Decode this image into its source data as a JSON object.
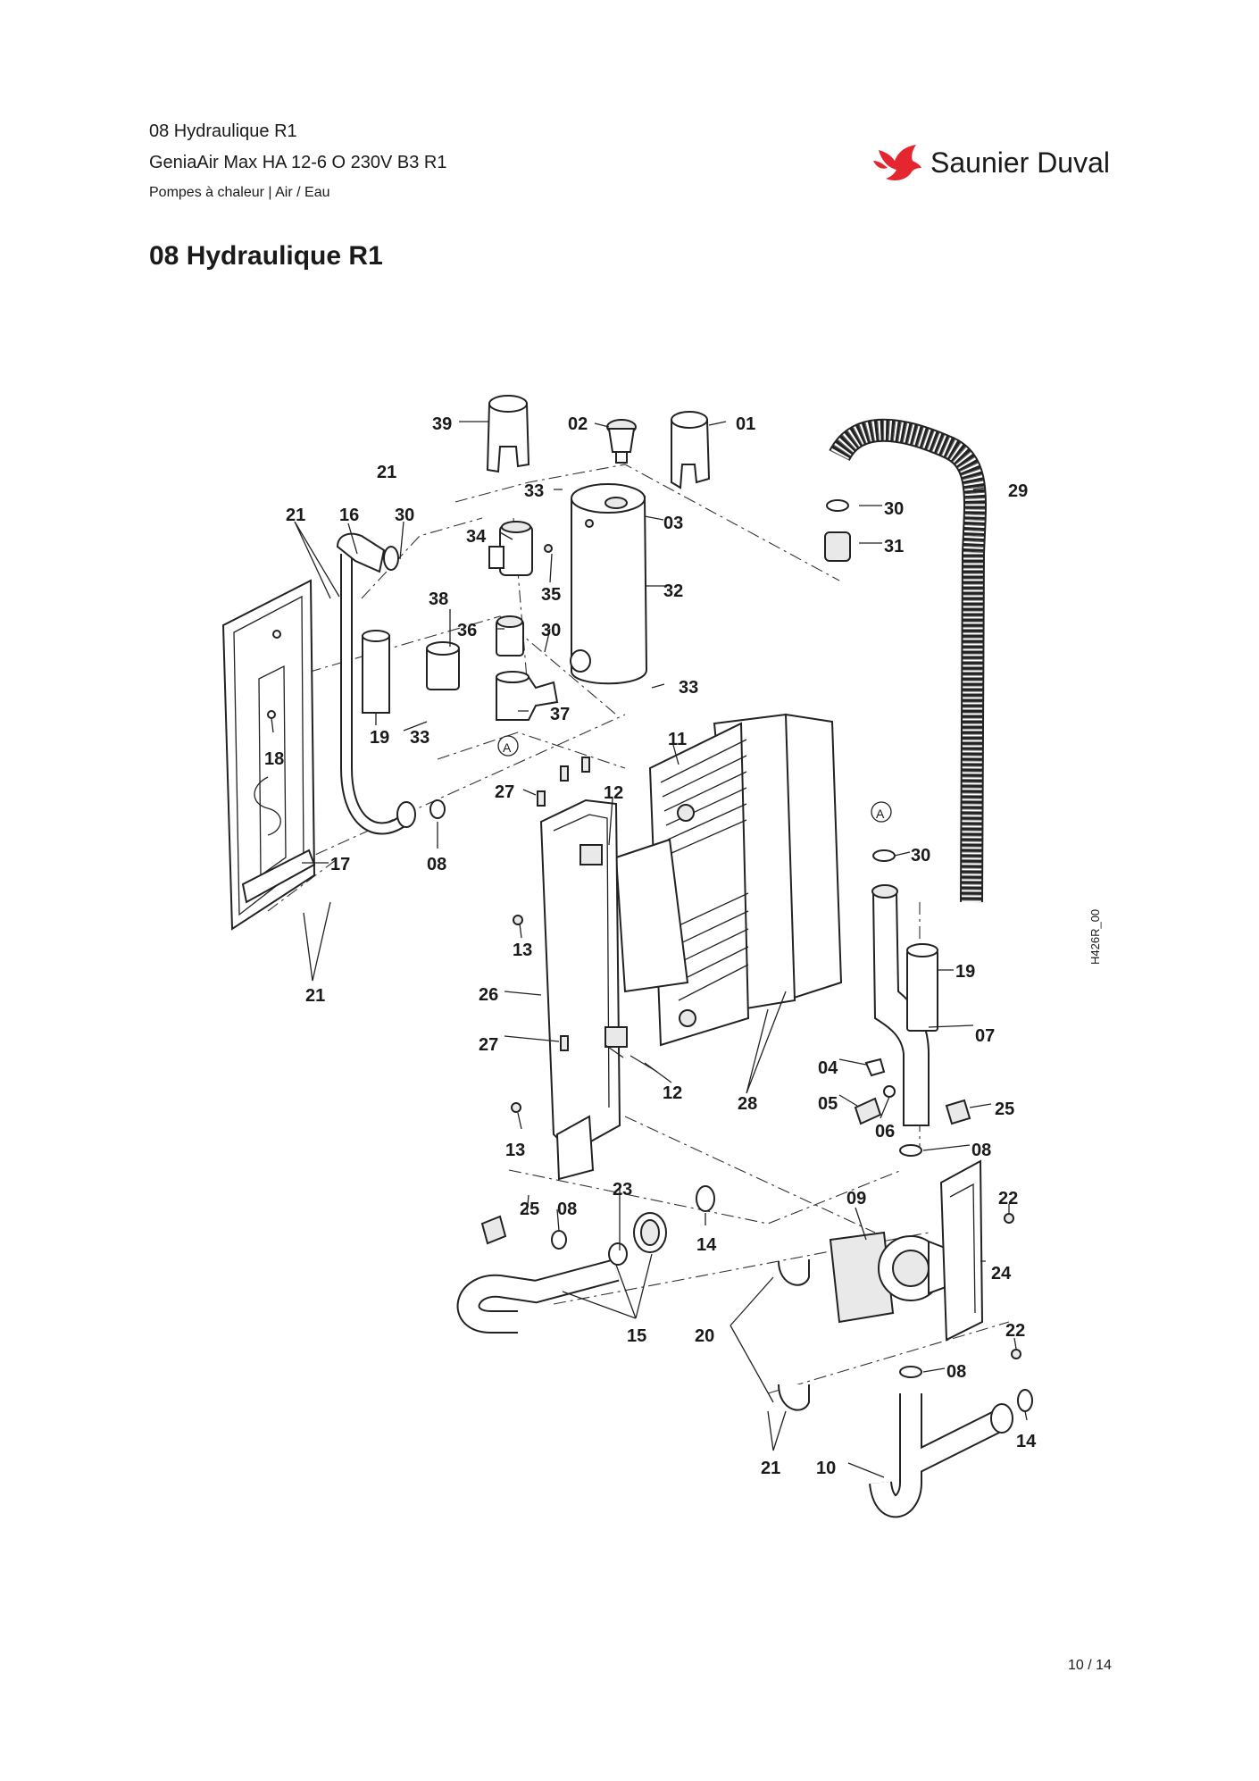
{
  "header": {
    "line1": "08 Hydraulique R1",
    "line2": "GeniaAir Max HA 12-6 O 230V B3  R1",
    "line3": "Pompes à chaleur | Air / Eau"
  },
  "brand": {
    "name": "Saunier Duval",
    "color": "#e3262f",
    "icon": "bird-logo-icon"
  },
  "title": "08 Hydraulique R1",
  "drawing_id": "H426R_00",
  "page_number": "10 / 14",
  "diagram": {
    "labels": [
      {
        "id": "39",
        "text": "39"
      },
      {
        "id": "02",
        "text": "02"
      },
      {
        "id": "01",
        "text": "01"
      },
      {
        "id": "21a",
        "text": "21"
      },
      {
        "id": "33a",
        "text": "33"
      },
      {
        "id": "03",
        "text": "03"
      },
      {
        "id": "29",
        "text": "29"
      },
      {
        "id": "30a",
        "text": "30"
      },
      {
        "id": "31",
        "text": "31"
      },
      {
        "id": "21b",
        "text": "21"
      },
      {
        "id": "16",
        "text": "16"
      },
      {
        "id": "30b",
        "text": "30"
      },
      {
        "id": "34",
        "text": "34"
      },
      {
        "id": "35",
        "text": "35"
      },
      {
        "id": "32",
        "text": "32"
      },
      {
        "id": "38",
        "text": "38"
      },
      {
        "id": "36",
        "text": "36"
      },
      {
        "id": "30c",
        "text": "30"
      },
      {
        "id": "33b",
        "text": "33"
      },
      {
        "id": "19a",
        "text": "19"
      },
      {
        "id": "33c",
        "text": "33"
      },
      {
        "id": "37",
        "text": "37"
      },
      {
        "id": "A1",
        "text": "A"
      },
      {
        "id": "18",
        "text": "18"
      },
      {
        "id": "11",
        "text": "11"
      },
      {
        "id": "27a",
        "text": "27"
      },
      {
        "id": "12a",
        "text": "12"
      },
      {
        "id": "A2",
        "text": "A"
      },
      {
        "id": "30d",
        "text": "30"
      },
      {
        "id": "17",
        "text": "17"
      },
      {
        "id": "08a",
        "text": "08"
      },
      {
        "id": "13a",
        "text": "13"
      },
      {
        "id": "19b",
        "text": "19"
      },
      {
        "id": "21c",
        "text": "21"
      },
      {
        "id": "26",
        "text": "26"
      },
      {
        "id": "07",
        "text": "07"
      },
      {
        "id": "27b",
        "text": "27"
      },
      {
        "id": "04",
        "text": "04"
      },
      {
        "id": "12b",
        "text": "12"
      },
      {
        "id": "28",
        "text": "28"
      },
      {
        "id": "05",
        "text": "05"
      },
      {
        "id": "06",
        "text": "06"
      },
      {
        "id": "25a",
        "text": "25"
      },
      {
        "id": "13b",
        "text": "13"
      },
      {
        "id": "08b",
        "text": "08"
      },
      {
        "id": "23",
        "text": "23"
      },
      {
        "id": "25b",
        "text": "25"
      },
      {
        "id": "08c",
        "text": "08"
      },
      {
        "id": "09",
        "text": "09"
      },
      {
        "id": "22a",
        "text": "22"
      },
      {
        "id": "14a",
        "text": "14"
      },
      {
        "id": "24",
        "text": "24"
      },
      {
        "id": "15",
        "text": "15"
      },
      {
        "id": "20",
        "text": "20"
      },
      {
        "id": "22b",
        "text": "22"
      },
      {
        "id": "08d",
        "text": "08"
      },
      {
        "id": "14b",
        "text": "14"
      },
      {
        "id": "21d",
        "text": "21"
      },
      {
        "id": "10",
        "text": "10"
      }
    ]
  }
}
